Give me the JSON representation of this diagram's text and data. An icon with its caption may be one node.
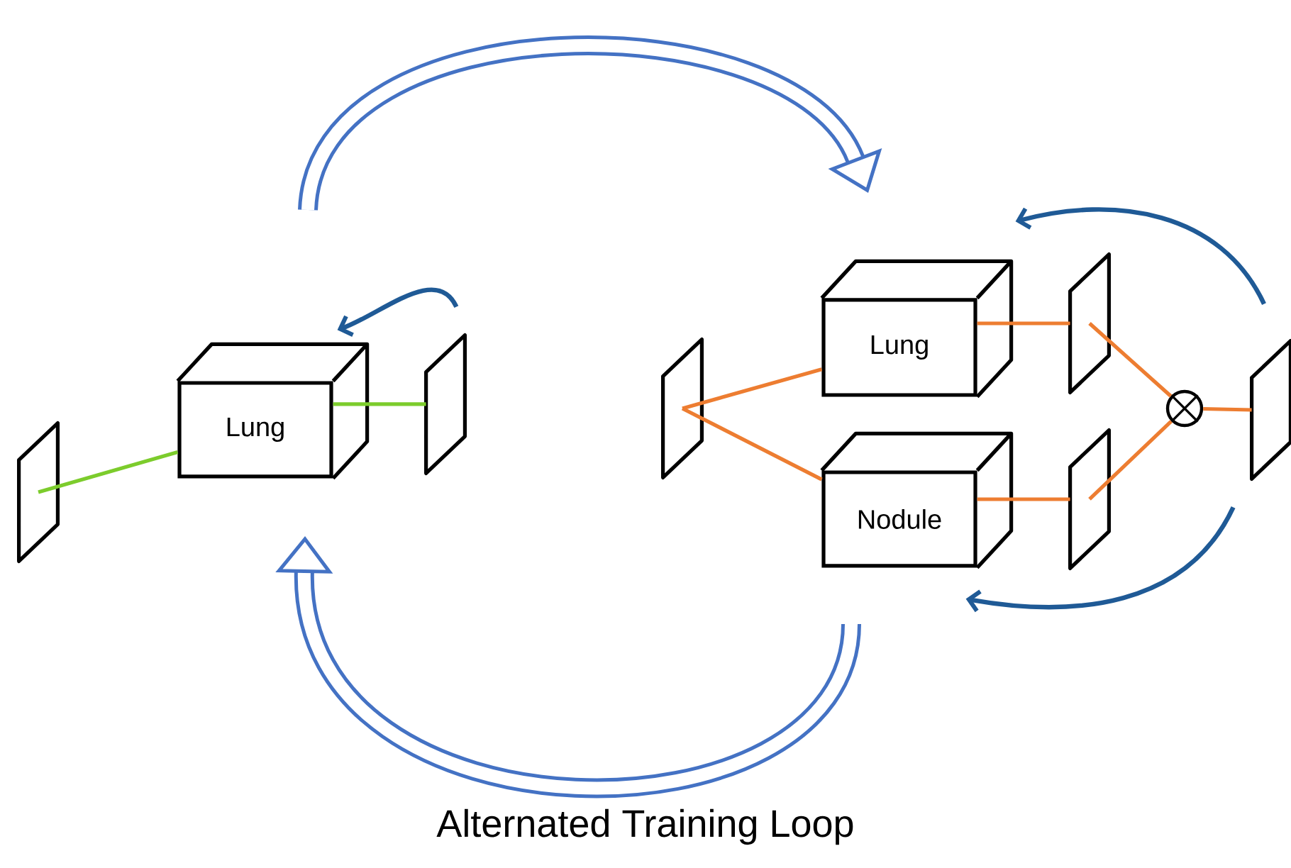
{
  "diagram": {
    "caption": "Alternated Training Loop",
    "nodes": [
      {
        "text": [],
        "shape": "parallelogram"
      },
      {
        "text": [
          "Lung"
        ]
      },
      {
        "text": [],
        "shape": "parallelogram"
      },
      {
        "text": [],
        "shape": "parallelogram"
      },
      {
        "text": [
          "Lung"
        ]
      },
      {
        "text": [
          "Nodule"
        ]
      },
      {
        "text": [],
        "shape": "parallelogram"
      },
      {
        "text": [],
        "shape": "parallelogram"
      },
      {
        "text": [],
        "shape": "circle"
      },
      {
        "text": [],
        "shape": "parallelogram"
      }
    ],
    "edges": [
      {
        "from": 0,
        "to": 1,
        "arrow": "none",
        "color": "#7ccc2c"
      },
      {
        "from": 1,
        "to": 2,
        "arrow": "none",
        "color": "#7ccc2c"
      },
      {
        "from": 3,
        "to": 4,
        "arrow": "none"
      },
      {
        "from": 3,
        "to": 5,
        "arrow": "none"
      },
      {
        "from": 4,
        "to": 6,
        "arrow": "none"
      },
      {
        "from": 5,
        "to": 7,
        "arrow": "none"
      },
      {
        "from": 6,
        "to": 8,
        "arrow": "none"
      },
      {
        "from": 7,
        "to": 8,
        "arrow": "none"
      },
      {
        "from": 8,
        "to": 9,
        "arrow": "none"
      },
      {
        "from": 2,
        "to": 1,
        "arrow": "to",
        "color": "#1f5a96"
      },
      {
        "from": 9,
        "to": 4,
        "arrow": "to",
        "color": "#1f5a96"
      },
      {
        "from": 9,
        "to": 5,
        "arrow": "to",
        "color": "#1f5a96"
      }
    ]
  }
}
